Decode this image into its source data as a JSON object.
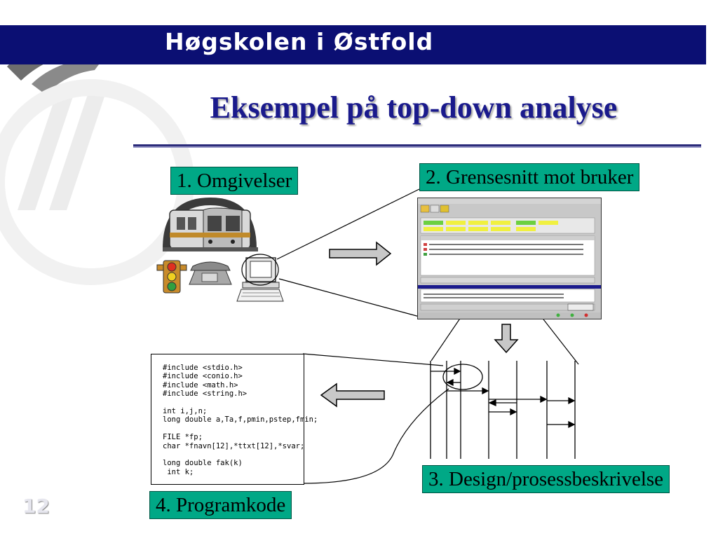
{
  "header": {
    "school": "Høgskolen i Østfold"
  },
  "title": "Eksempel på top-down analyse",
  "boxes": {
    "box1": "1. Omgivelser",
    "box2": "2. Grensesnitt mot bruker",
    "box3": "3. Design/prosessbeskrivelse",
    "box4": "4. Programkode"
  },
  "code": {
    "lines": "#include <stdio.h>\n#include <conio.h>\n#include <math.h>\n#include <string.h>\n\nint i,j,n;\nlong double a,Ta,f,pmin,pstep,fmin;\n\nFILE *fp;\nchar *fnavn[12],*ttxt[12],*svar;\n\nlong double fak(k)\n int k;"
  },
  "slide_number": "12",
  "colors": {
    "header": "#0b0f73",
    "title": "#1a1a8c",
    "label_box": "#00a886"
  },
  "icons": [
    "logo-icon",
    "train-icon",
    "traffic-light-icon",
    "telephone-icon",
    "computer-icon",
    "arrow-right-icon",
    "arrow-down-icon",
    "arrow-left-icon"
  ]
}
